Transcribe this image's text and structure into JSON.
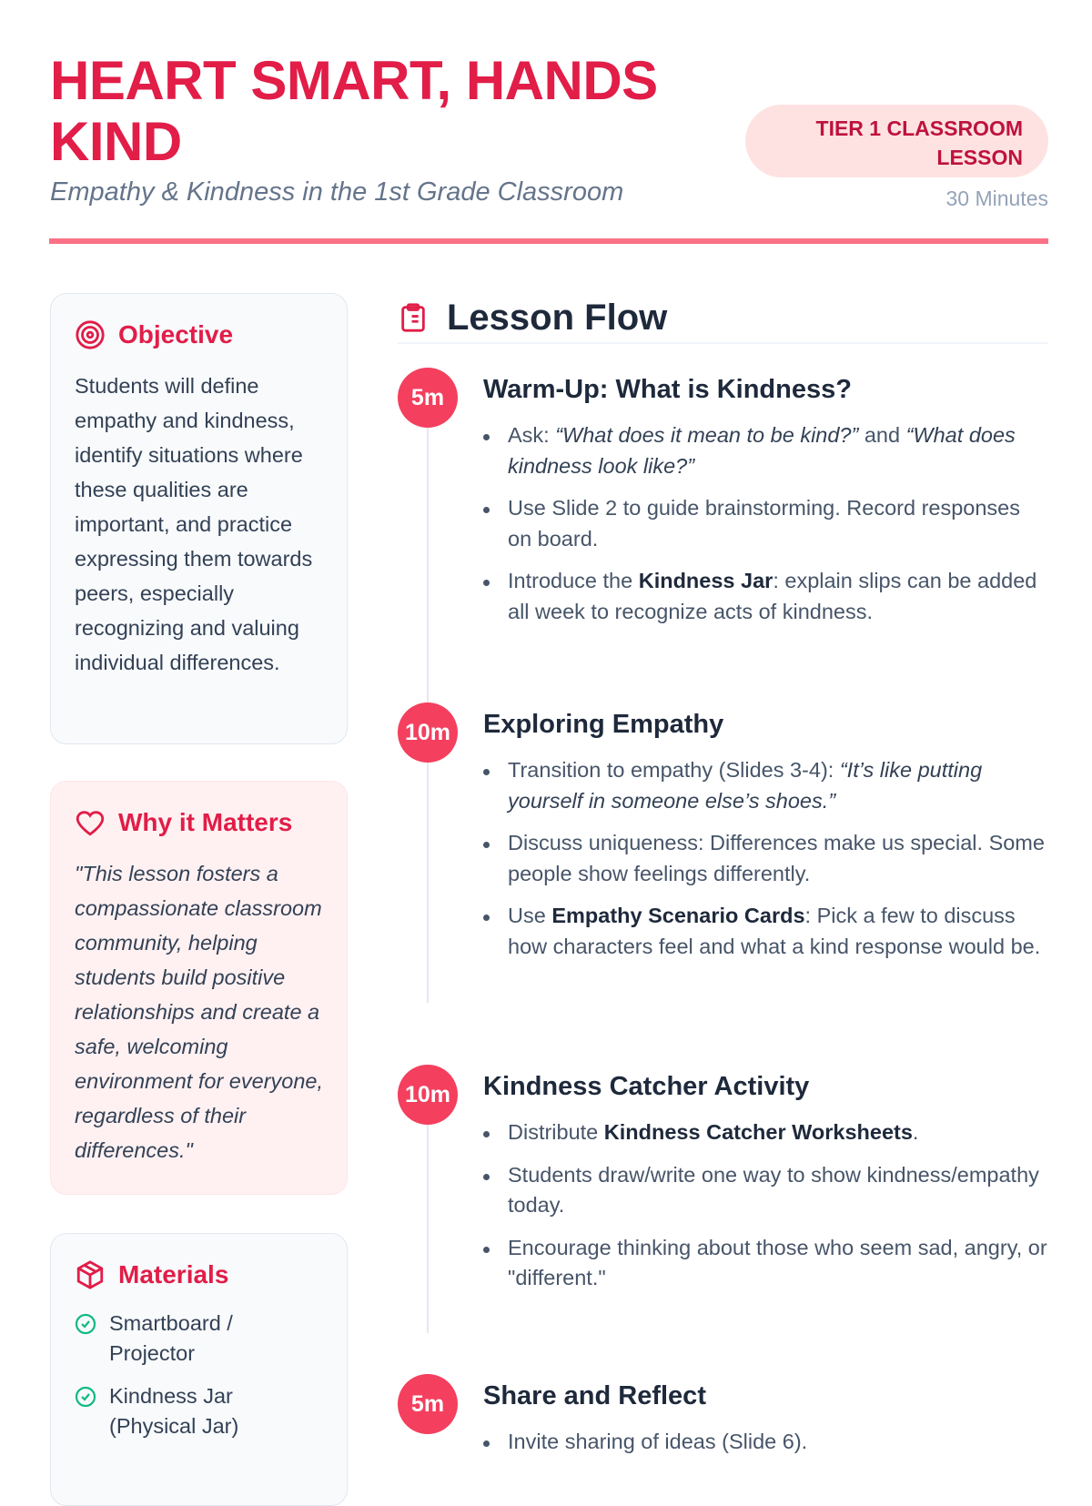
{
  "header": {
    "title": "HEART SMART, HANDS KIND",
    "subtitle": "Empathy & Kindness in the 1st Grade Classroom",
    "badge": "TIER 1 CLASSROOM LESSON",
    "duration": "30 Minutes"
  },
  "objective": {
    "heading": "Objective",
    "text": "Students will define empathy and kindness, identify situations where these qualities are important, and practice expressing them towards peers, especially recognizing and valuing individual differences."
  },
  "why": {
    "heading": "Why it Matters",
    "text": "\"This lesson fosters a compassionate classroom community, helping students build positive relationships and create a safe, welcoming environment for everyone, regardless of their differences.\""
  },
  "materials": {
    "heading": "Materials",
    "items": [
      "Smartboard / Projector",
      "Kindness Jar (Physical Jar)"
    ]
  },
  "flow": {
    "heading": "Lesson Flow",
    "steps": [
      {
        "time": "5m",
        "title": "Warm-Up: What is Kindness?",
        "bullets": [
          [
            {
              "t": "Ask: "
            },
            {
              "t": "“What does it mean to be kind?”",
              "s": "i"
            },
            {
              "t": " and "
            },
            {
              "t": "“What does kindness look like?”",
              "s": "i"
            }
          ],
          [
            {
              "t": "Use Slide 2 to guide brainstorming. Record responses on board."
            }
          ],
          [
            {
              "t": "Introduce the "
            },
            {
              "t": "Kindness Jar",
              "s": "b"
            },
            {
              "t": ": explain slips can be added all week to recognize acts of kindness."
            }
          ]
        ]
      },
      {
        "time": "10m",
        "title": "Exploring Empathy",
        "bullets": [
          [
            {
              "t": "Transition to empathy (Slides 3-4): "
            },
            {
              "t": "“It’s like putting yourself in someone else’s shoes.”",
              "s": "i"
            }
          ],
          [
            {
              "t": "Discuss uniqueness: Differences make us special. Some people show feelings differently."
            }
          ],
          [
            {
              "t": "Use "
            },
            {
              "t": "Empathy Scenario Cards",
              "s": "b"
            },
            {
              "t": ": Pick a few to discuss how characters feel and what a kind response would be."
            }
          ]
        ]
      },
      {
        "time": "10m",
        "title": "Kindness Catcher Activity",
        "bullets": [
          [
            {
              "t": "Distribute "
            },
            {
              "t": "Kindness Catcher Worksheets",
              "s": "b"
            },
            {
              "t": "."
            }
          ],
          [
            {
              "t": "Students draw/write one way to show kindness/empathy today."
            }
          ],
          [
            {
              "t": "Encourage thinking about those who seem sad, angry, or \"different.\""
            }
          ]
        ]
      },
      {
        "time": "5m",
        "title": "Share and Reflect",
        "bullets": [
          [
            {
              "t": "Invite sharing of ideas (Slide 6)."
            }
          ]
        ]
      }
    ]
  }
}
